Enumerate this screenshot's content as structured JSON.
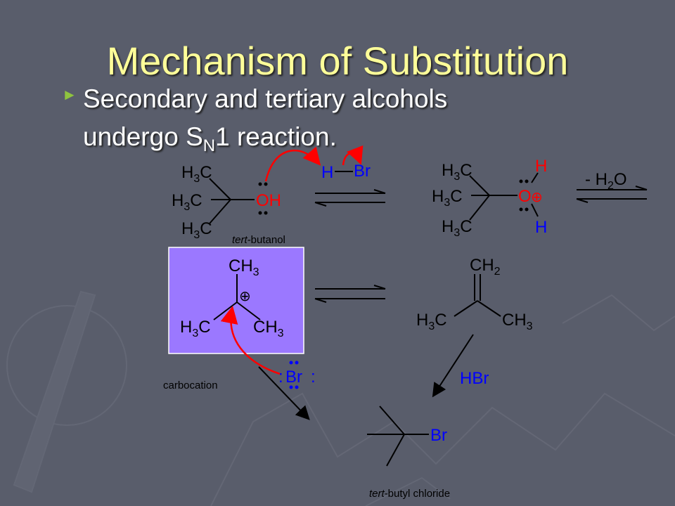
{
  "slide": {
    "title": "Mechanism of Substitution",
    "bullet_marker": "►",
    "bullet_line1": "Secondary and tertiary alcohols",
    "bullet_line2_pre": "undergo S",
    "bullet_line2_sub": "N",
    "bullet_line2_post": "1 reaction."
  },
  "diagram": {
    "h3c": "H",
    "sub3": "3",
    "c": "C",
    "oh": "OH",
    "h": "H",
    "br": "Br",
    "o": "O",
    "ch": "CH",
    "sub2": "2",
    "tert_prefix": "tert",
    "butanol_suffix": "-butanol",
    "chloride_suffix": "-butyl chloride",
    "minus_h2o_pre": "- H",
    "minus_h2o_post": "O",
    "carbocation": "carbocation",
    "hbr": "HBr",
    "plus": "⊕",
    "colors": {
      "black": "#000000",
      "red": "#ff0000",
      "blue": "#0000ff",
      "carbocation_box": "#9b78ff"
    }
  }
}
